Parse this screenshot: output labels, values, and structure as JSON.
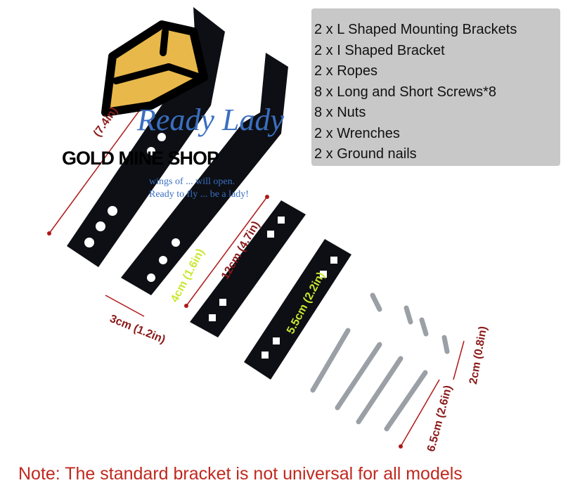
{
  "contents_list": [
    "2 x L Shaped Mounting Brackets",
    "2 x I Shaped Bracket",
    "2 x Ropes",
    "8 x Long and Short Screws*8",
    "8 x Nuts",
    "2 x Wrenches",
    "2 x Ground nails"
  ],
  "shop_name": "GOLD MINE SHOP",
  "watermark": {
    "title": "Ready Lady",
    "line1": "wings of ... will open.",
    "line2": "Ready to fly ... be a lady!"
  },
  "measurements": {
    "length_l": "(7.4in)",
    "hole_spacing": "4cm (1.6in)",
    "i_bracket_length": "12cm (4.7in)",
    "square_spacing": "5.5cm (2.2in)",
    "width": "3cm (1.2in)",
    "short_screw": "2cm (0.8in)",
    "long_screw": "6.5cm (2.6in)"
  },
  "note": "Note: The standard bracket is not universal for all models",
  "colors": {
    "note": "#c0281e",
    "bracket": "#0d0f14",
    "list_bg": "#c8c8c8"
  }
}
